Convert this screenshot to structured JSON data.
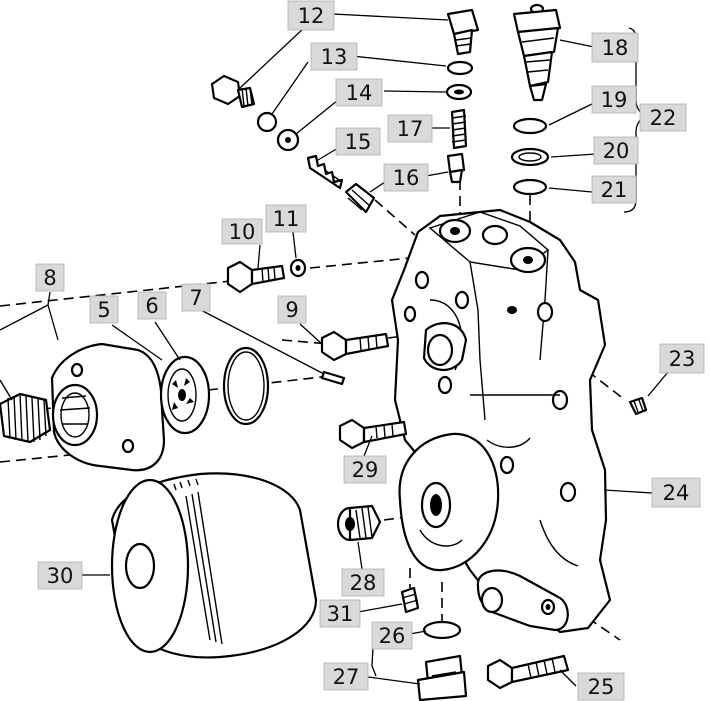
{
  "callouts": {
    "c5": "5",
    "c6": "6",
    "c7": "7",
    "c8": "8",
    "c9": "9",
    "c10": "10",
    "c11": "11",
    "c12": "12",
    "c13": "13",
    "c14": "14",
    "c15": "15",
    "c16": "16",
    "c17": "17",
    "c18": "18",
    "c19": "19",
    "c20": "20",
    "c21": "21",
    "c22": "22",
    "c23": "23",
    "c24": "24",
    "c25": "25",
    "c26": "26",
    "c27": "27",
    "c28": "28",
    "c29": "29",
    "c30": "30",
    "c31": "31"
  },
  "colors": {
    "line": "#000000",
    "label_box": "#d9d9d9",
    "background": "#ffffff"
  }
}
